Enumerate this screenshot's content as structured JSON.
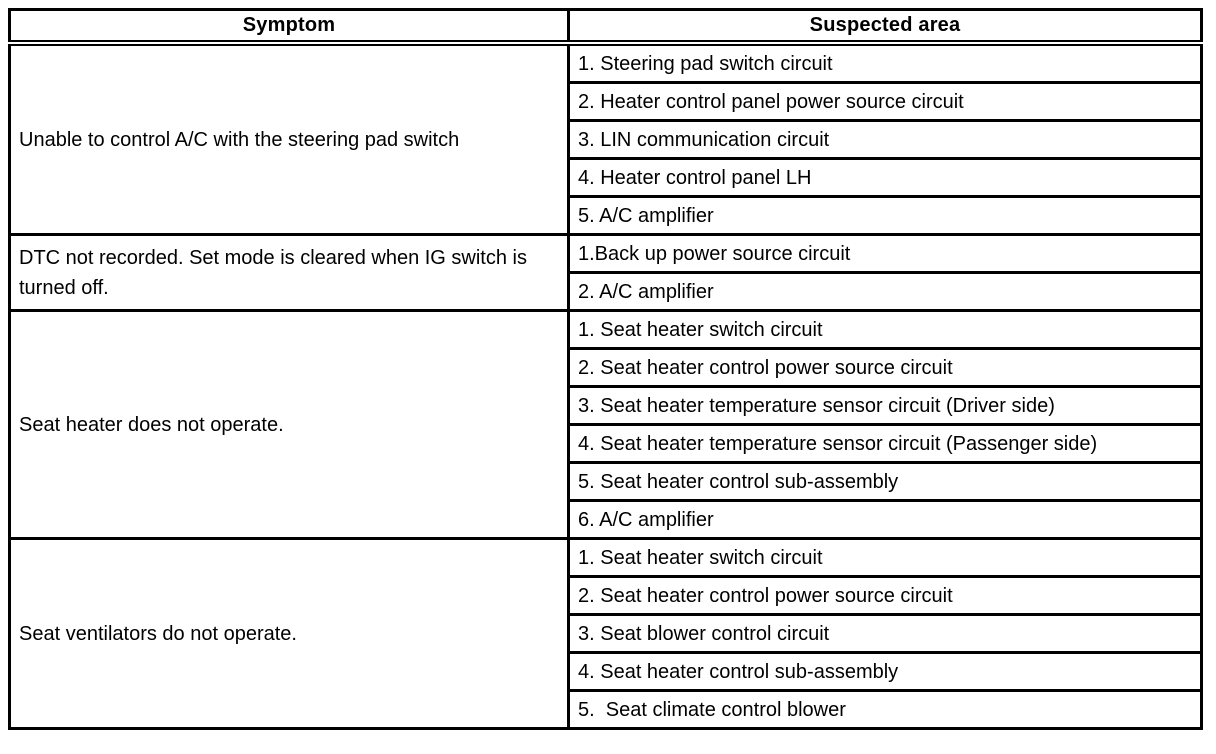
{
  "table": {
    "headers": {
      "symptom": "Symptom",
      "suspected_area": "Suspected area"
    },
    "groups": [
      {
        "symptom": "Unable to control A/C with the steering pad switch",
        "areas": [
          "1. Steering pad switch circuit",
          "2. Heater control panel power source circuit",
          "3. LIN communication circuit",
          "4. Heater control panel LH",
          "5. A/C amplifier"
        ]
      },
      {
        "symptom": "DTC not recorded. Set mode is cleared when IG switch is turned off.",
        "areas": [
          "1.Back up power source circuit",
          "2. A/C amplifier"
        ]
      },
      {
        "symptom": "Seat heater does not operate.",
        "areas": [
          "1. Seat heater switch circuit",
          "2. Seat heater control power source circuit",
          "3. Seat heater temperature sensor circuit (Driver side)",
          "4. Seat heater temperature sensor circuit (Passenger side)",
          "5. Seat heater control sub-assembly",
          "6. A/C amplifier"
        ]
      },
      {
        "symptom": "Seat ventilators do not operate.",
        "areas": [
          "1. Seat heater switch circuit",
          "2. Seat heater control power source circuit",
          "3. Seat blower control circuit",
          "4. Seat heater control sub-assembly",
          "5.  Seat climate control blower"
        ]
      }
    ]
  }
}
